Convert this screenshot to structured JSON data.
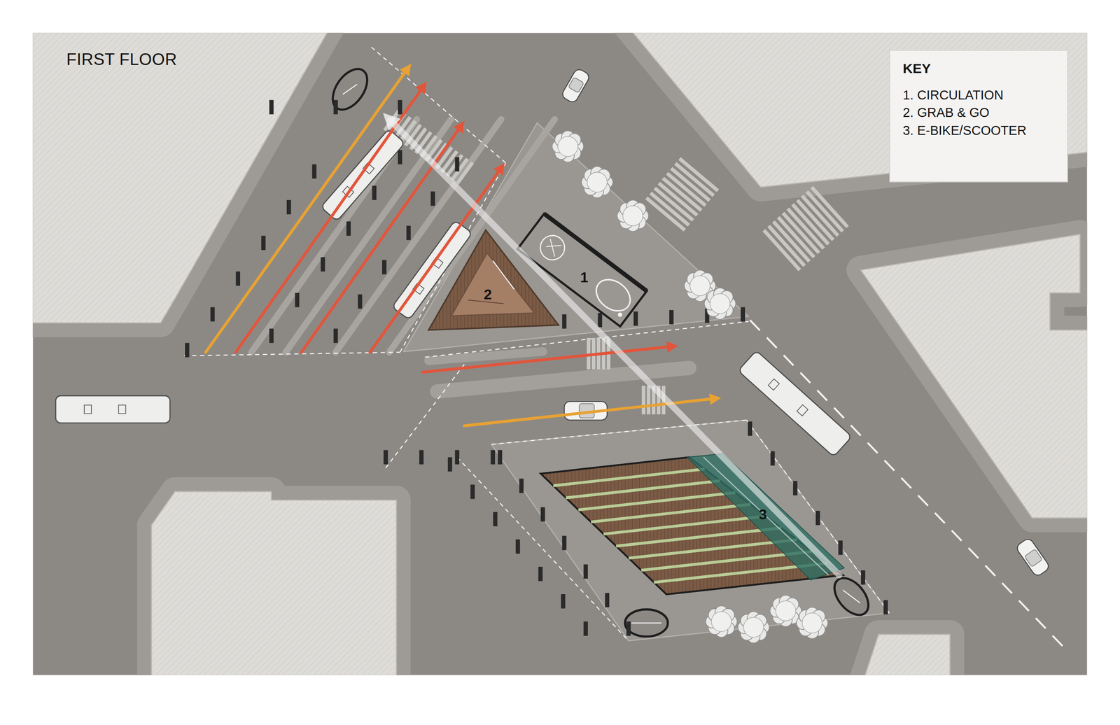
{
  "diagram": {
    "title": "FIRST FLOOR",
    "nodes": [
      {
        "text": [
          "KEY"
        ]
      }
    ],
    "labels": [
      "1",
      "2",
      "3"
    ],
    "legend": [
      {
        "text": "1. CIRCULATION"
      },
      {
        "text": "2. GRAB & GO"
      },
      {
        "text": "3. E-BIKE/SCOOTER"
      }
    ]
  }
}
